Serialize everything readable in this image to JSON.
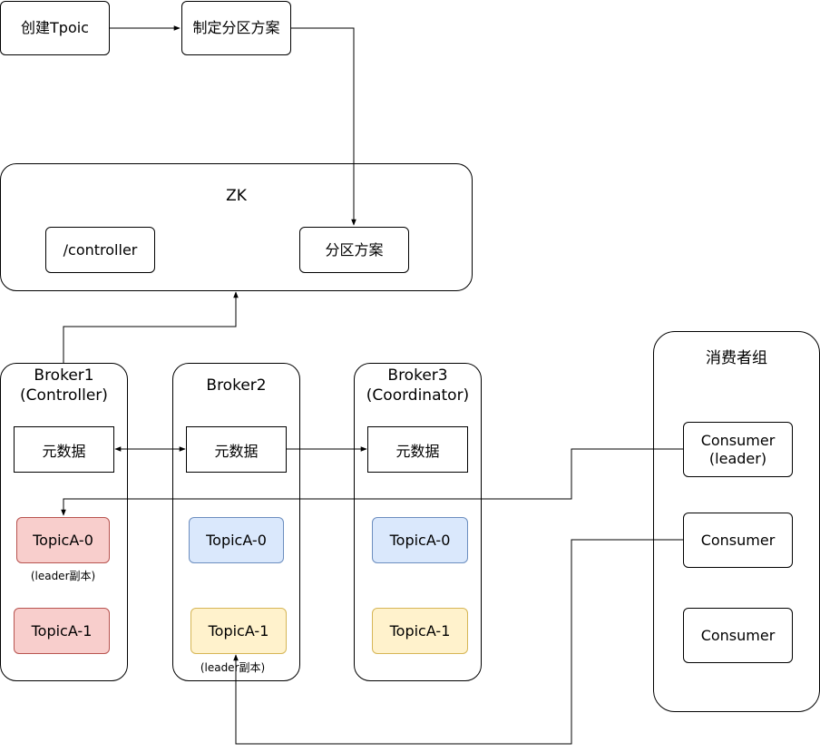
{
  "colors": {
    "line": "#000000",
    "red_fill": "#f8cecc",
    "red_stroke": "#b85450",
    "blue_fill": "#dae8fc",
    "blue_stroke": "#6c8ebf",
    "yellow_fill": "#fff2cc",
    "yellow_stroke": "#d6b656"
  },
  "flow": {
    "create_topic": "创建Tpoic",
    "make_plan": "制定分区方案"
  },
  "zk": {
    "title": "ZK",
    "controller_node": "/controller",
    "partition_plan": "分区方案"
  },
  "brokers": [
    {
      "title": "Broker1\n(Controller)",
      "metadata": "元数据",
      "topics": [
        {
          "label": "TopicA-0",
          "color": "red",
          "note": "(leader副本)"
        },
        {
          "label": "TopicA-1",
          "color": "red",
          "note": ""
        }
      ]
    },
    {
      "title": "Broker2",
      "metadata": "元数据",
      "topics": [
        {
          "label": "TopicA-0",
          "color": "blue",
          "note": ""
        },
        {
          "label": "TopicA-1",
          "color": "yellow",
          "note": "(leader副本)"
        }
      ]
    },
    {
      "title": "Broker3\n(Coordinator)",
      "metadata": "元数据",
      "topics": [
        {
          "label": "TopicA-0",
          "color": "blue",
          "note": ""
        },
        {
          "label": "TopicA-1",
          "color": "yellow",
          "note": ""
        }
      ]
    }
  ],
  "consumer_group": {
    "title": "消费者组",
    "consumers": [
      {
        "label": "Consumer\n(leader)"
      },
      {
        "label": "Consumer"
      },
      {
        "label": "Consumer"
      }
    ]
  },
  "edges": [
    {
      "from": "create-topic",
      "to": "make-plan"
    },
    {
      "from": "make-plan",
      "to": "zk-partition-plan"
    },
    {
      "from": "broker1",
      "to": "zk"
    },
    {
      "from": "broker1-metadata",
      "to": "broker2-metadata",
      "bidirectional": true
    },
    {
      "from": "broker2-metadata",
      "to": "broker3-metadata"
    },
    {
      "from": "consumer-leader",
      "to": "broker1-topica-0"
    },
    {
      "from": "consumer-2",
      "to": "broker2-topica-1"
    }
  ]
}
